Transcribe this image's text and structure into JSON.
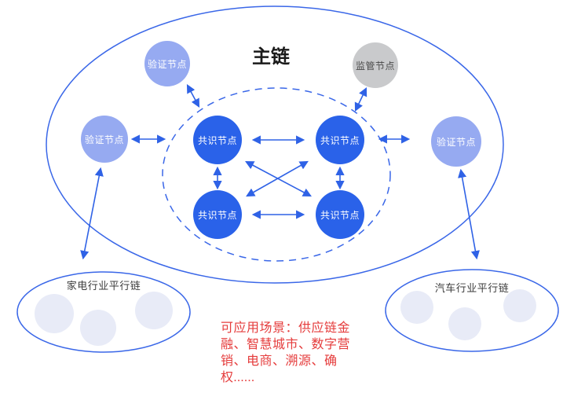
{
  "diagram": {
    "title": "主链",
    "labels": {
      "consensus": "共识节点",
      "validation": "验证节点",
      "supervision": "监管节点"
    },
    "parallel_chains": {
      "left_label": "家电行业平行链",
      "right_label": "汽车行业平行链"
    },
    "annotation": {
      "line1": "可应用场景：供应链金",
      "line2": "融、智慧城市、数字营",
      "line3": "销、电商、溯源、确",
      "line4": "权......"
    },
    "colors": {
      "consensus_node": "#2a62e9",
      "validation_node": "#96aaf1",
      "supervision_node": "#c9cacc",
      "line_blue": "#3a67e8",
      "parallel_chain_circle": "#e8ebf7",
      "annotation_red": "#e53c3c",
      "title_text": "#1a1a1a"
    }
  }
}
